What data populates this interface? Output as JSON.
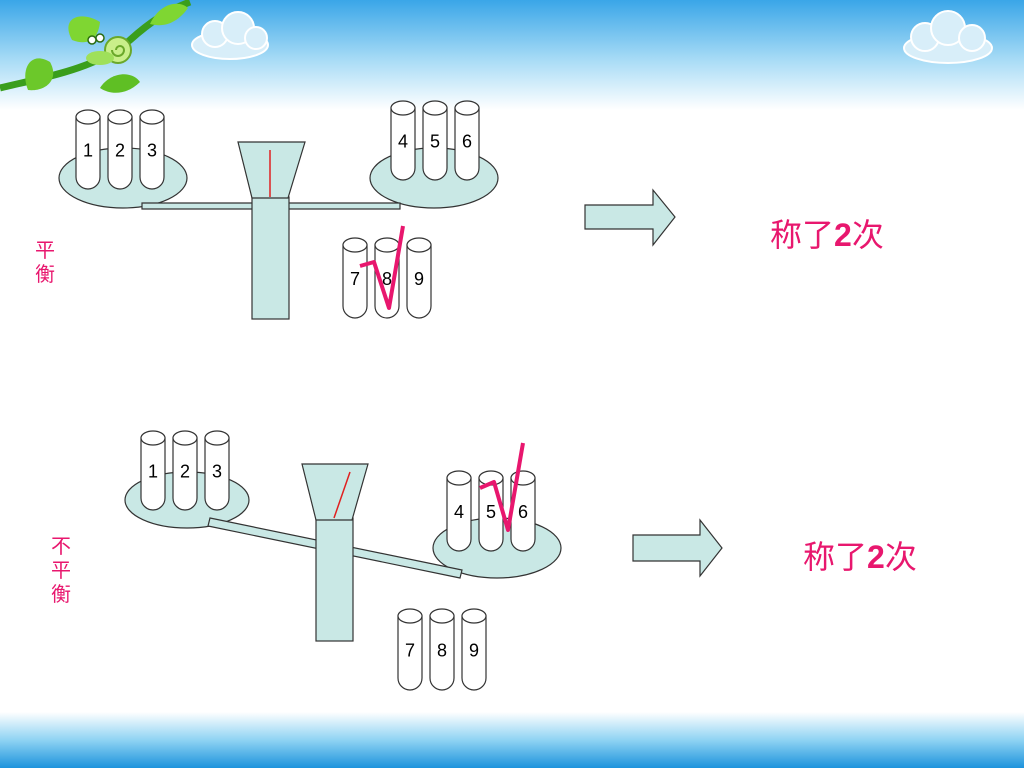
{
  "colors": {
    "accent": "#e8176e",
    "scale_fill": "#c9e8e5",
    "sky": "#3aa6e8"
  },
  "decor": {
    "top_left": "plant-snail-decor",
    "top_clouds": "cloud-icon"
  },
  "scenarios": [
    {
      "state_chars": [
        "平",
        "衡"
      ],
      "left_pan": [
        "1",
        "2",
        "3"
      ],
      "right_pan": [
        "4",
        "5",
        "6"
      ],
      "table": [
        "7",
        "8",
        "9"
      ],
      "checked": "8",
      "result_prefix": "称了",
      "result_num": "2",
      "result_suffix": "次"
    },
    {
      "state_chars": [
        "不",
        "平",
        "衡"
      ],
      "left_pan": [
        "1",
        "2",
        "3"
      ],
      "right_pan": [
        "4",
        "5",
        "6"
      ],
      "table": [
        "7",
        "8",
        "9"
      ],
      "checked": "6",
      "result_prefix": "称了",
      "result_num": "2",
      "result_suffix": "次"
    }
  ]
}
